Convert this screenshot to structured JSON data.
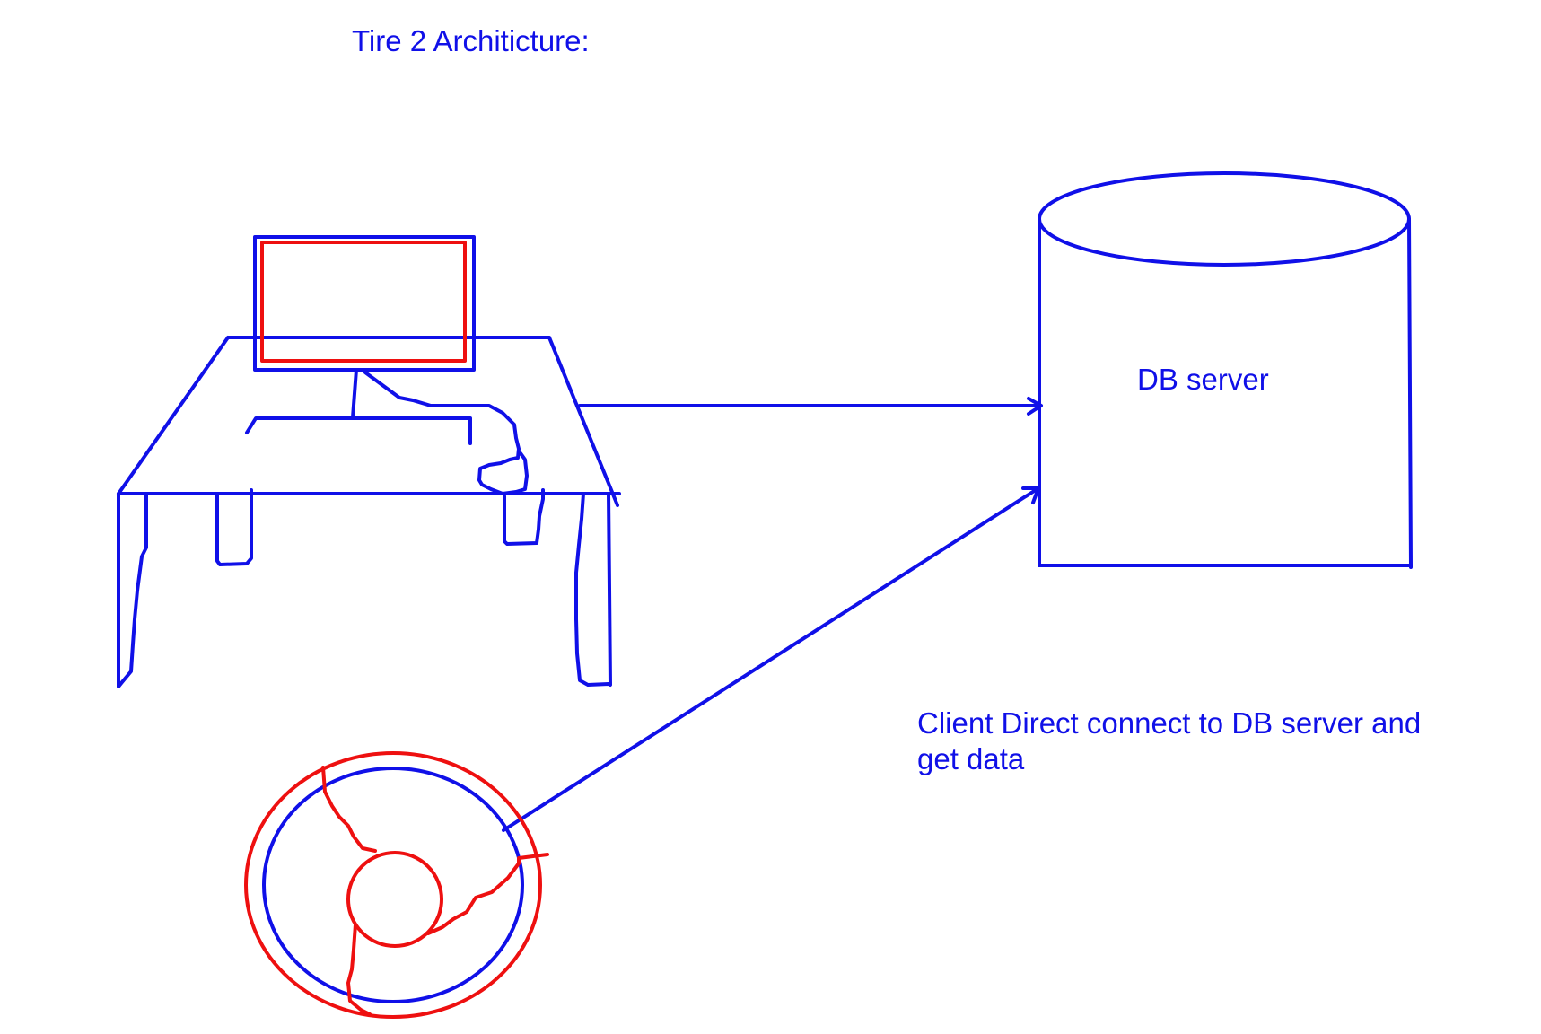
{
  "title": "Tire 2 Architicture:",
  "db_server_label": "DB server",
  "note": {
    "line1": "Client Direct connect to DB server and",
    "line2": "get data"
  },
  "colors": {
    "primary": "#1010e8",
    "accent": "#ee1010",
    "background": "#ffffff"
  }
}
